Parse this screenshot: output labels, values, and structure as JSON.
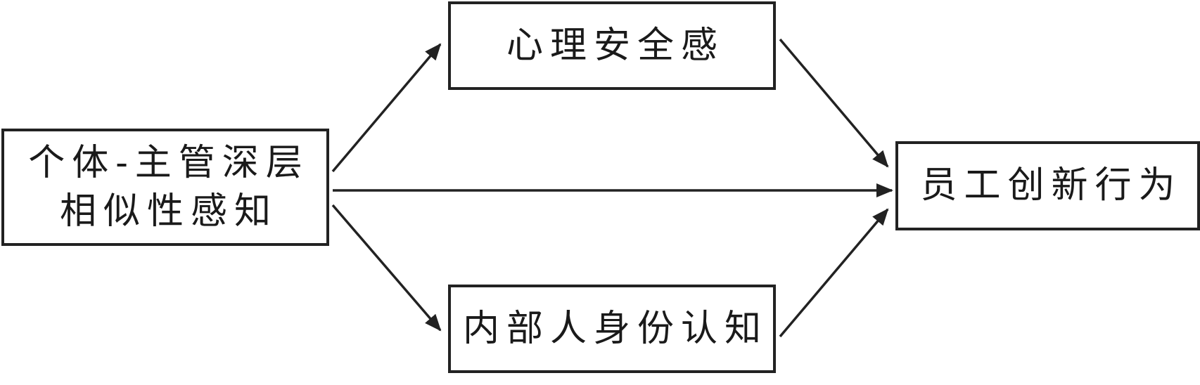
{
  "nodes": {
    "predictor": {
      "lines": [
        "个体-主管深层",
        "相似性感知"
      ]
    },
    "mediator_top": {
      "lines": [
        "心理安全感"
      ]
    },
    "mediator_bottom": {
      "lines": [
        "内部人身份认知"
      ]
    },
    "outcome": {
      "lines": [
        "员工创新行为"
      ]
    }
  },
  "edges": [
    {
      "from": "predictor",
      "to": "mediator_top"
    },
    {
      "from": "predictor",
      "to": "mediator_bottom"
    },
    {
      "from": "predictor",
      "to": "outcome"
    },
    {
      "from": "mediator_top",
      "to": "outcome"
    },
    {
      "from": "mediator_bottom",
      "to": "outcome"
    }
  ],
  "colors": {
    "stroke": "#222222",
    "background": "#ffffff"
  }
}
